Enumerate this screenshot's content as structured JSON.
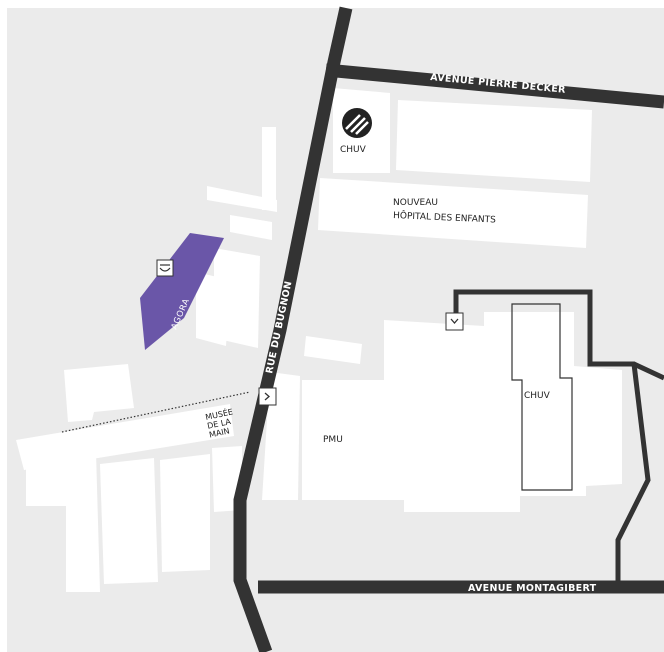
{
  "map": {
    "roads": {
      "avenue_pierre_decker": "AVENUE PIERRE DECKER",
      "rue_du_bugnon": "RUE DU BUGNON",
      "avenue_montagibert": "AVENUE MONTAGIBERT"
    },
    "buildings": {
      "chuv_logo_text": "CHUV",
      "nouveau_line1": "NOUVEAU",
      "nouveau_line2": "HÔPITAL DES ENFANTS",
      "chuv_main": "CHUV",
      "pmu": "PMU",
      "agora": "AGORA",
      "musee_line1": "MUSÉE",
      "musee_line2": "DE LA",
      "musee_line3": "MAIN"
    },
    "colors": {
      "background": "#ebebeb",
      "building": "#ffffff",
      "road": "#333333",
      "agora": "#6a56a8"
    },
    "icons": {
      "agora_marker": "smile-face-icon",
      "entrance_down": "chevron-down-icon",
      "entrance_right": "chevron-right-icon",
      "chuv_logo": "chuv-logo-icon"
    }
  }
}
